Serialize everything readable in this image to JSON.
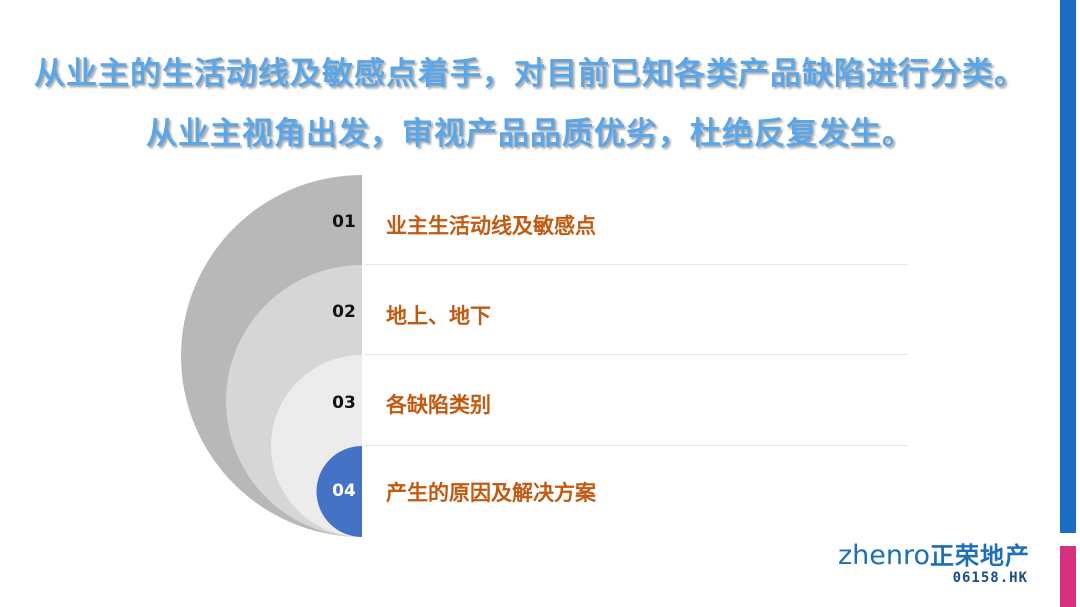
{
  "headline": {
    "line1": "从业主的生活动线及敏感点着手，对目前已知各类产品缺陷进行分类。",
    "line2": "从业主视角出发，审视产品品质优劣，杜绝反复发生。"
  },
  "items": [
    {
      "num": "01",
      "label": "业主生活动线及敏感点"
    },
    {
      "num": "02",
      "label": "地上、地下"
    },
    {
      "num": "03",
      "label": "各缺陷类别"
    },
    {
      "num": "04",
      "label": "产生的原因及解决方案"
    }
  ],
  "logo": {
    "latin": "zhenro",
    "chinese": "正荣地产",
    "ticker": "06158.HK"
  },
  "colors": {
    "headline": "#5aa6e8",
    "label": "#c25a12",
    "accent_blue": "#4472c4",
    "bar_blue": "#1a6fc4",
    "bar_pink": "#d6307e"
  }
}
